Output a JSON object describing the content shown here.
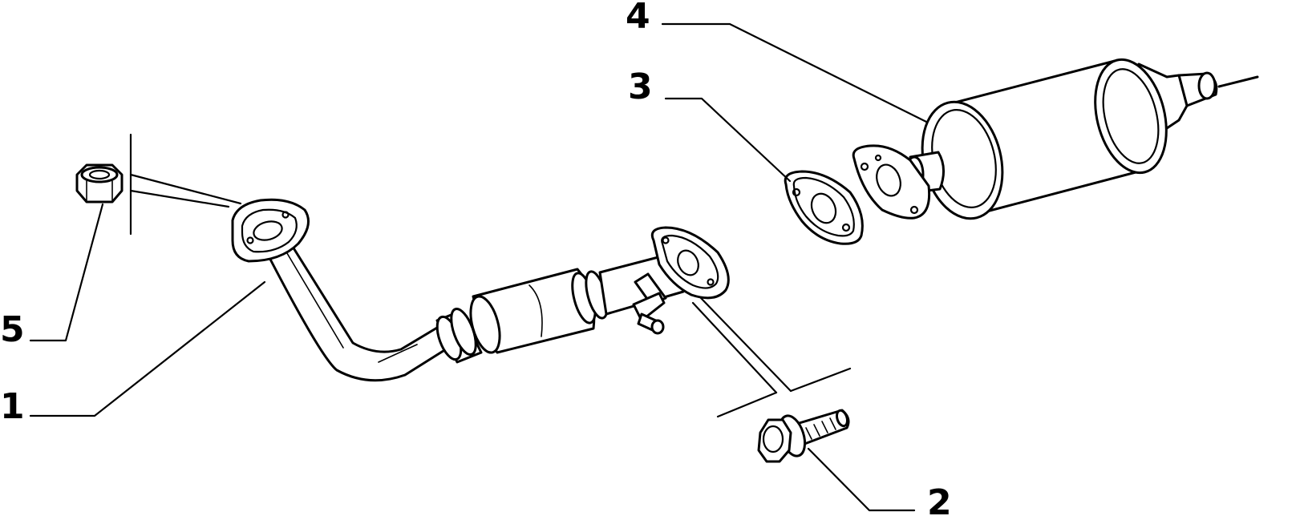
{
  "callouts": [
    {
      "id": "1",
      "label": "1"
    },
    {
      "id": "2",
      "label": "2"
    },
    {
      "id": "3",
      "label": "3"
    },
    {
      "id": "4",
      "label": "4"
    },
    {
      "id": "5",
      "label": "5"
    }
  ],
  "parts": [
    {
      "callout": "1",
      "icon": "front-exhaust-pipe-with-catalytic-converter"
    },
    {
      "callout": "2",
      "icon": "flange-bolt"
    },
    {
      "callout": "3",
      "icon": "flange-gasket"
    },
    {
      "callout": "4",
      "icon": "rear-muffler"
    },
    {
      "callout": "5",
      "icon": "hex-nut"
    }
  ]
}
